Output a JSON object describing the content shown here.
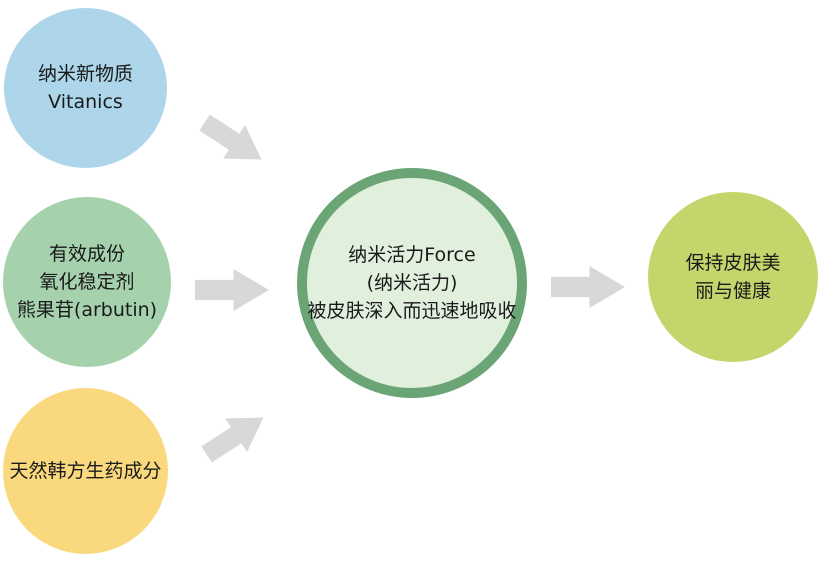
{
  "nodes": {
    "source_top": {
      "text": "纳米新物质\nVitanics",
      "fill": "#ADD6EA"
    },
    "source_mid": {
      "text": "有效成份\n氧化稳定剂\n熊果苷(arbutin)",
      "fill": "#A5D2AD"
    },
    "source_bottom": {
      "text": "天然韩方生药成分",
      "fill": "#FAD97E"
    },
    "center": {
      "text": "纳米活力Force\n(纳米活力)\n被皮肤深入而迅速地吸收",
      "fill": "#E1EFDD",
      "border": "#6BA575"
    },
    "result": {
      "text": "保持皮肤美\n丽与健康",
      "fill": "#C5D56B"
    }
  },
  "arrows": {
    "color": "#D8D8D8"
  },
  "text_color": "#1A1A1A"
}
